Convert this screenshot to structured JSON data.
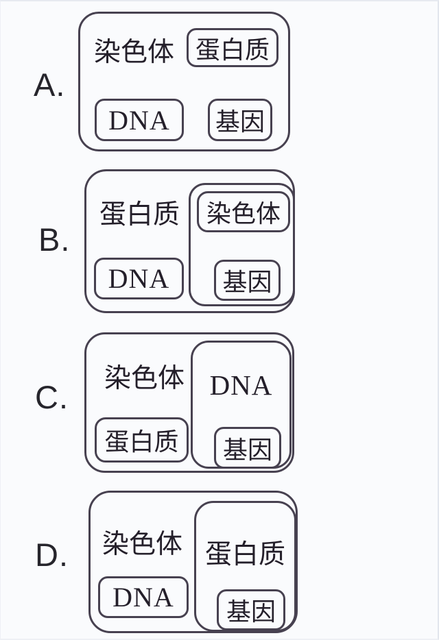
{
  "colors": {
    "background": "#fafbfd",
    "outline": "#474150",
    "text": "#241f2a",
    "page_edge": "#e7eaf0"
  },
  "options": [
    {
      "letter": "A.",
      "outer_label": "染色体",
      "top_right_box": "蛋白质",
      "bottom_left_box": "DNA",
      "bottom_right_box": "基因"
    },
    {
      "letter": "B.",
      "outer_label": "蛋白质",
      "bottom_left_box": "DNA",
      "inner_top_box": "染色体",
      "inner_bottom_box": "基因"
    },
    {
      "letter": "C.",
      "outer_label": "染色体",
      "bottom_left_box": "蛋白质",
      "inner_label": "DNA",
      "inner_bottom_box": "基因"
    },
    {
      "letter": "D.",
      "outer_label": "染色体",
      "bottom_left_box": "DNA",
      "inner_label": "蛋白质",
      "inner_bottom_box": "基因"
    }
  ]
}
